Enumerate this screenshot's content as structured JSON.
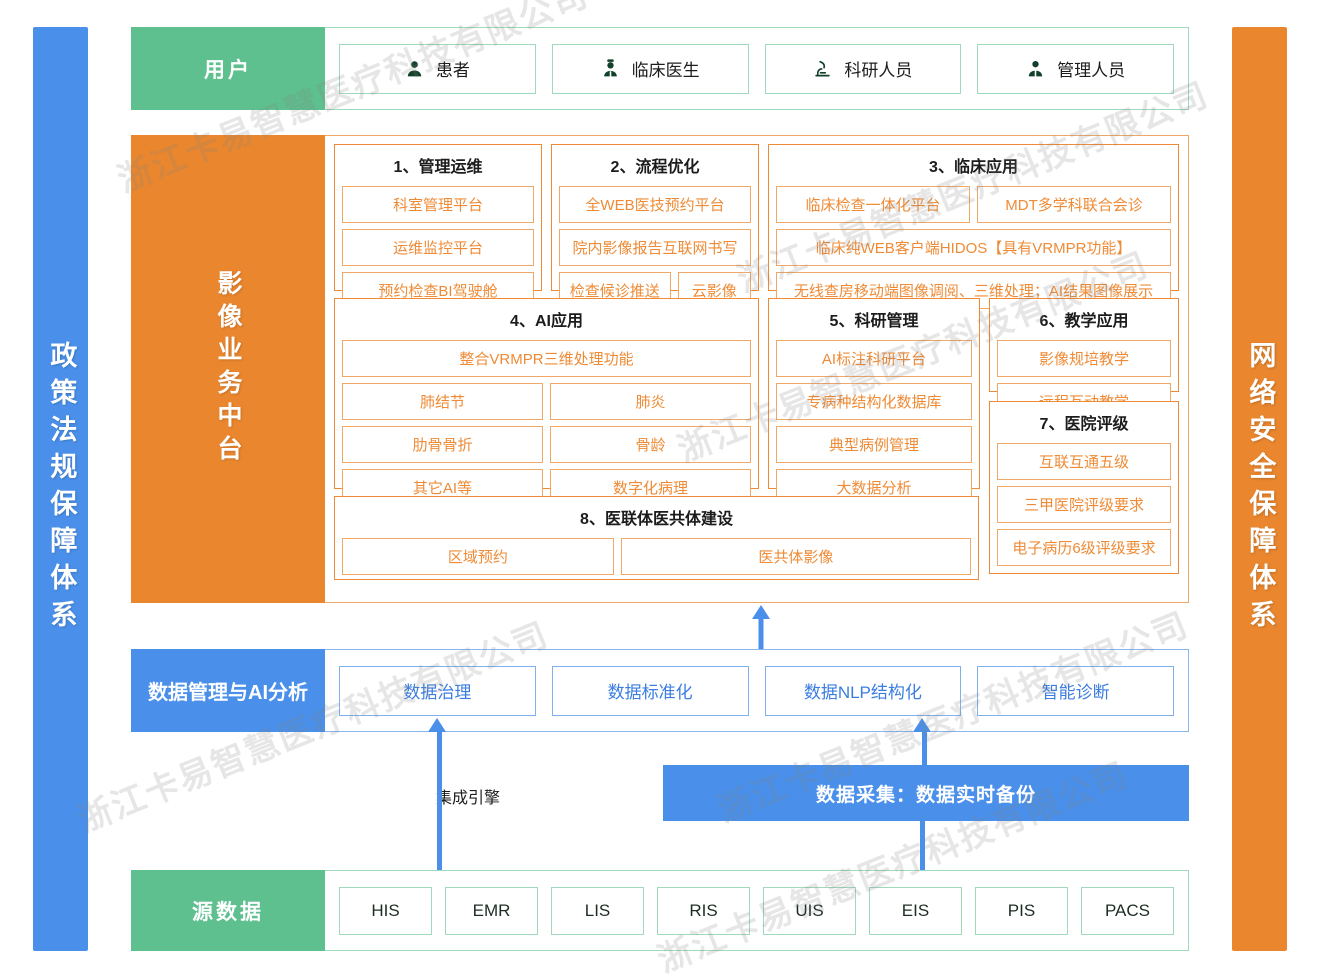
{
  "rails": {
    "left": {
      "label": "政策法规保障体系",
      "color": "#4a90ea"
    },
    "right": {
      "label": "网络安全保障体系",
      "color": "#e9862e"
    }
  },
  "watermark": "浙江卡易智慧医疗科技有限公司",
  "users": {
    "label": "用户",
    "color": "#5ec08e",
    "items": [
      {
        "label": "患者",
        "icon": "user-icon"
      },
      {
        "label": "临床医生",
        "icon": "doctor-icon"
      },
      {
        "label": "科研人员",
        "icon": "microscope-icon"
      },
      {
        "label": "管理人员",
        "icon": "manager-icon"
      }
    ]
  },
  "core": {
    "label": "影像业务中台",
    "color": "#e9862e",
    "groups": [
      {
        "title": "1、管理运维",
        "rows": [
          [
            "科室管理平台"
          ],
          [
            "运维监控平台"
          ],
          [
            "预约检查BI驾驶舱"
          ]
        ]
      },
      {
        "title": "2、流程优化",
        "rows": [
          [
            "全WEB医技预约平台"
          ],
          [
            "院内影像报告互联网书写"
          ],
          [
            "检查候诊推送",
            "云影像"
          ]
        ]
      },
      {
        "title": "3、临床应用",
        "rows": [
          [
            "临床检查一体化平台",
            "MDT多学科联合会诊"
          ],
          [
            "临床纯WEB客户端HIDOS【具有VRMPR功能】"
          ],
          [
            "无线查房移动端图像调阅、三维处理；AI结果图像展示"
          ]
        ]
      },
      {
        "title": "4、AI应用",
        "rows": [
          [
            "整合VRMPR三维处理功能"
          ],
          [
            "肺结节",
            "肺炎"
          ],
          [
            "肋骨骨折",
            "骨龄"
          ],
          [
            "其它AI等",
            "数字化病理"
          ]
        ]
      },
      {
        "title": "5、科研管理",
        "rows": [
          [
            "AI标注科研平台"
          ],
          [
            "专病种结构化数据库"
          ],
          [
            "典型病例管理"
          ],
          [
            "大数据分析"
          ]
        ]
      },
      {
        "title": "6、教学应用",
        "rows": [
          [
            "影像规培教学"
          ],
          [
            "远程互动教学"
          ]
        ]
      },
      {
        "title": "7、医院评级",
        "rows": [
          [
            "互联互通五级"
          ],
          [
            "三甲医院评级要求"
          ],
          [
            "电子病历6级评级要求"
          ]
        ]
      },
      {
        "title": "8、医联体医共体建设",
        "rows": [
          [
            "区域预约",
            "医共体影像"
          ]
        ]
      }
    ]
  },
  "data_mgmt": {
    "label": "数据管理与AI分析",
    "color": "#4a90ea",
    "items": [
      "数据治理",
      "数据标准化",
      "数据NLP结构化",
      "智能诊断"
    ]
  },
  "collection": {
    "box_label": "数据采集：数据实时备份",
    "integration_label": "集成引擎",
    "color": "#4a90ea"
  },
  "source": {
    "label": "源数据",
    "color": "#5ec08e",
    "items": [
      "HIS",
      "EMR",
      "LIS",
      "RIS",
      "UIS",
      "EIS",
      "PIS",
      "PACS"
    ]
  }
}
